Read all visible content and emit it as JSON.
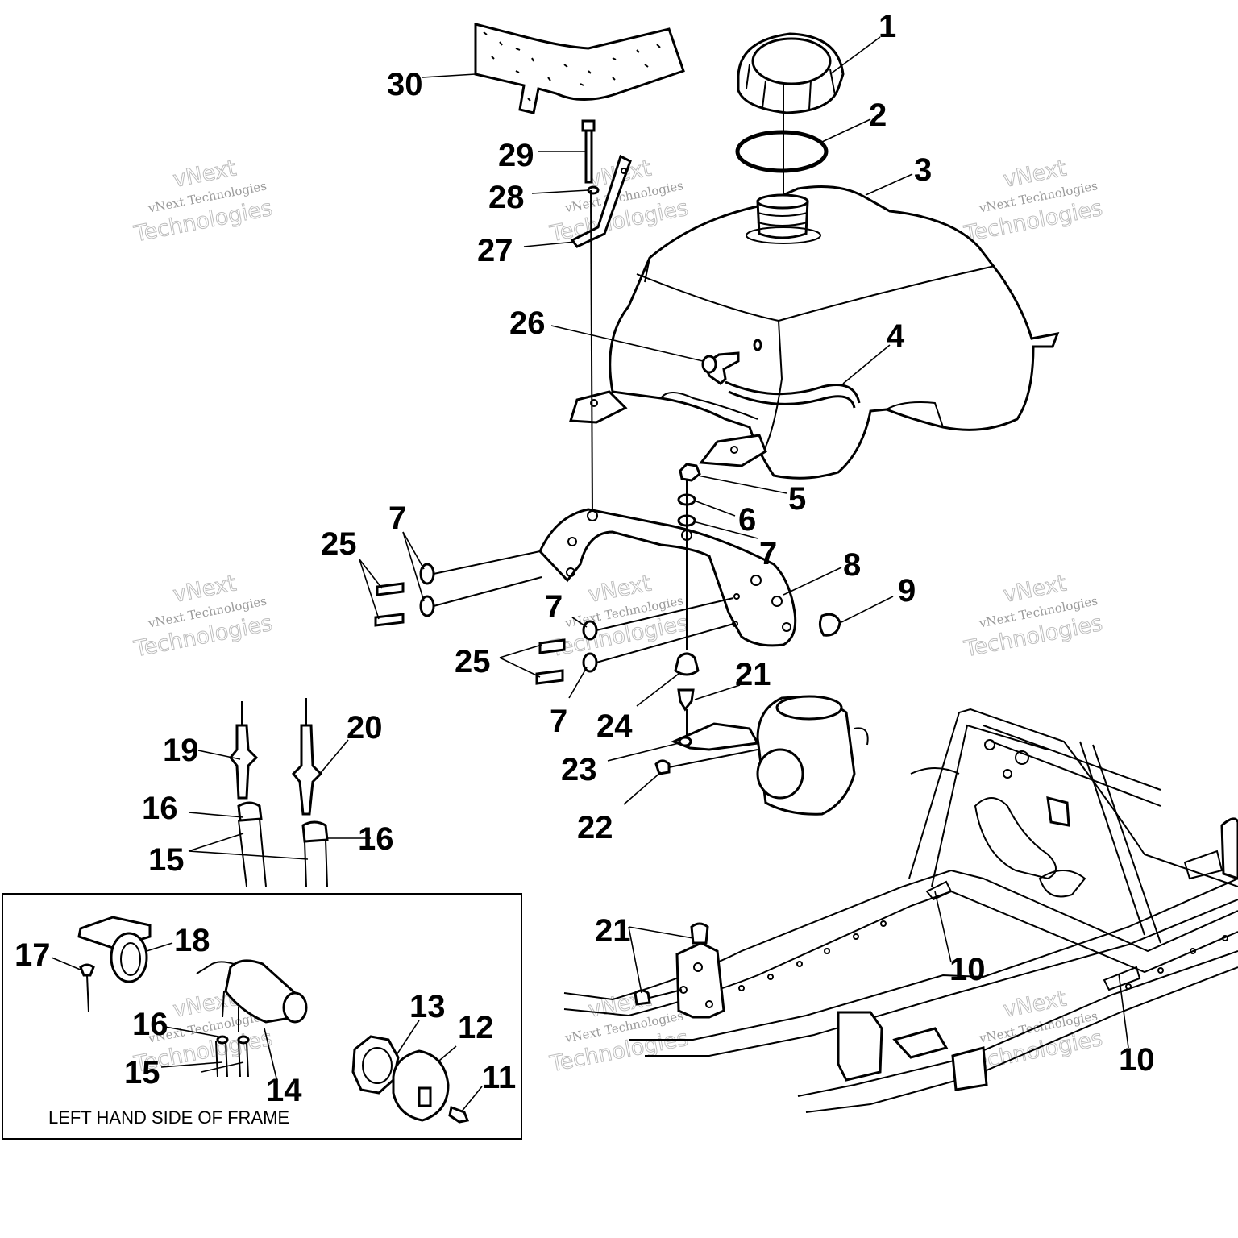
{
  "callouts": [
    {
      "id": "c1",
      "text": "1"
    },
    {
      "id": "c2",
      "text": "2"
    },
    {
      "id": "c3",
      "text": "3"
    },
    {
      "id": "c4",
      "text": "4"
    },
    {
      "id": "c5",
      "text": "5"
    },
    {
      "id": "c6",
      "text": "6"
    },
    {
      "id": "c7a",
      "text": "7"
    },
    {
      "id": "c7b",
      "text": "7"
    },
    {
      "id": "c7c",
      "text": "7"
    },
    {
      "id": "c7d",
      "text": "7"
    },
    {
      "id": "c8",
      "text": "8"
    },
    {
      "id": "c9",
      "text": "9"
    },
    {
      "id": "c10a",
      "text": "10"
    },
    {
      "id": "c10b",
      "text": "10"
    },
    {
      "id": "c11",
      "text": "11"
    },
    {
      "id": "c12",
      "text": "12"
    },
    {
      "id": "c13",
      "text": "13"
    },
    {
      "id": "c14",
      "text": "14"
    },
    {
      "id": "c15a",
      "text": "15"
    },
    {
      "id": "c15b",
      "text": "15"
    },
    {
      "id": "c16a",
      "text": "16"
    },
    {
      "id": "c16b",
      "text": "16"
    },
    {
      "id": "c16c",
      "text": "16"
    },
    {
      "id": "c17",
      "text": "17"
    },
    {
      "id": "c18",
      "text": "18"
    },
    {
      "id": "c19",
      "text": "19"
    },
    {
      "id": "c20",
      "text": "20"
    },
    {
      "id": "c21a",
      "text": "21"
    },
    {
      "id": "c21b",
      "text": "21"
    },
    {
      "id": "c22",
      "text": "22"
    },
    {
      "id": "c23",
      "text": "23"
    },
    {
      "id": "c24",
      "text": "24"
    },
    {
      "id": "c25a",
      "text": "25"
    },
    {
      "id": "c25b",
      "text": "25"
    },
    {
      "id": "c26",
      "text": "26"
    },
    {
      "id": "c27",
      "text": "27"
    },
    {
      "id": "c28",
      "text": "28"
    },
    {
      "id": "c29",
      "text": "29"
    },
    {
      "id": "c30",
      "text": "30"
    }
  ],
  "inset": {
    "title": "LEFT HAND SIDE OF FRAME"
  },
  "watermark": {
    "line1": "vNext Technologies",
    "line2": "vNext",
    "line3": "Technologies"
  },
  "colors": {
    "ink": "#000000",
    "paper": "#ffffff",
    "watermark": "#b0b0b0"
  }
}
